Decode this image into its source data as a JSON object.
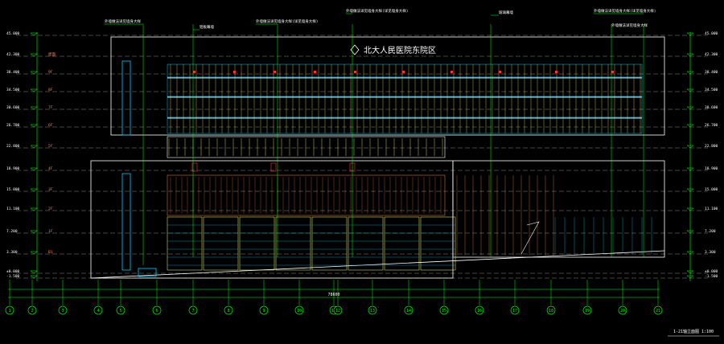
{
  "sign_text": "北大人民医院东院区",
  "annotations": [
    {
      "text": "外墙做法详见墙身大样"
    },
    {
      "text": "外墙做法详见墙身大样(详见墙身大样)"
    },
    {
      "text": "外墙做法详见墙身大样(详见墙身大样)"
    },
    {
      "text": "玻璃幕墙"
    },
    {
      "text": "铝板幕墙"
    },
    {
      "text": "外墙做法详见墙身大样(详见墙身大样)"
    },
    {
      "text": "外墙做法详见墙身大样"
    }
  ],
  "levels": [
    "45.000",
    "42.300",
    "38.400",
    "34.500",
    "30.600",
    "26.700",
    "22.800",
    "18.900",
    "15.000",
    "11.100",
    "7.200",
    "3.300",
    "±0.000",
    "-1.500"
  ],
  "floor_marks": [
    "屋面",
    "9F",
    "8F",
    "7F",
    "6F",
    "5F",
    "4F",
    "3F",
    "2F",
    "1F",
    "B1"
  ],
  "grid_axes": [
    "1",
    "2",
    "3",
    "4",
    "5",
    "6",
    "7",
    "8",
    "9",
    "10",
    "11",
    "12",
    "13",
    "14",
    "15",
    "16",
    "17",
    "18",
    "19",
    "20",
    "21"
  ],
  "total_dimension": "78600",
  "colors": {
    "grid": "#00ff00",
    "facade": "#ffff66",
    "mullion": "#00ccff",
    "accent": "#ff3333",
    "floorband": "#ff8844",
    "outline": "#ffffff"
  },
  "title_caption": "1-21轴立面图 1:100"
}
